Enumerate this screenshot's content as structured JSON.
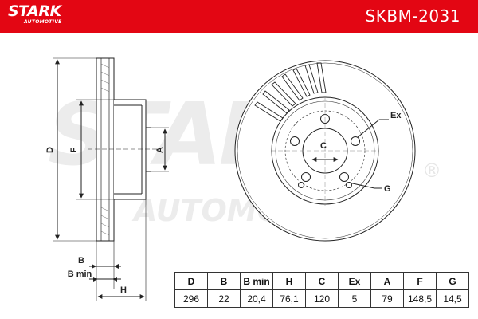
{
  "header": {
    "brand_logo": "STARK",
    "brand_sub": "AUTOMOTIVE",
    "product_code": "SKBM-2031",
    "bar_color": "#e30613"
  },
  "watermark": {
    "brand": "STARK",
    "sub": "AUTOMOTIVE",
    "registered": "®"
  },
  "diagram": {
    "side_view_labels": {
      "D": "D",
      "F": "F",
      "A": "A",
      "B": "B",
      "B_min": "B min",
      "H": "H"
    },
    "front_view_labels": {
      "C": "C",
      "Ex": "Ex",
      "G": "G"
    }
  },
  "specs": {
    "headers": [
      "D",
      "B",
      "B min",
      "H",
      "C",
      "Ex",
      "A",
      "F",
      "G"
    ],
    "values": [
      "296",
      "22",
      "20,4",
      "76,1",
      "120",
      "5",
      "79",
      "148,5",
      "14,5"
    ]
  }
}
